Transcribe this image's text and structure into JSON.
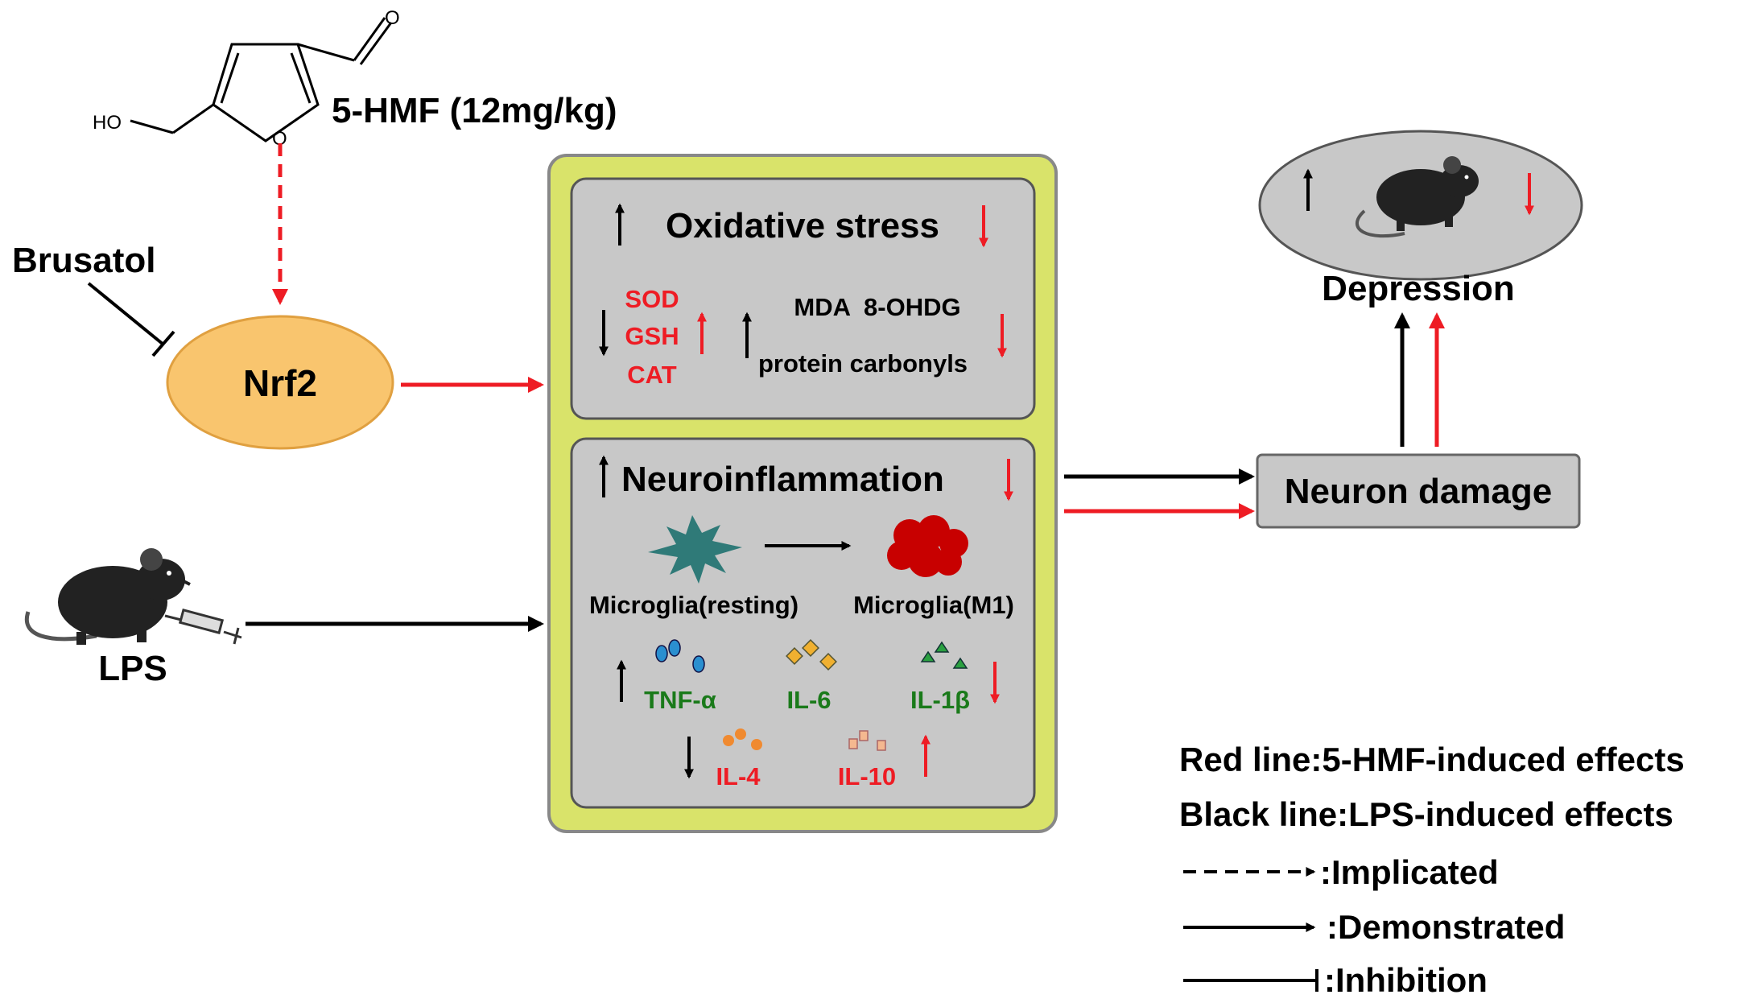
{
  "compound": {
    "name": "5-HMF (12mg/kg)",
    "ho_label": "HO",
    "ring_o_label": "O",
    "carbonyl_o_label": "O"
  },
  "inhibitor": "Brusatol",
  "nrf2": "Nrf2",
  "lps": "LPS",
  "oxidative": {
    "title": "Oxidative stress",
    "down_list": [
      "SOD",
      "GSH",
      "CAT"
    ],
    "up_line1": "MDA  8-OHDG",
    "up_line2": "protein carbonyls"
  },
  "neuroinflammation": {
    "title": "Neuroinflammation",
    "microglia_resting": "Microglia(resting)",
    "microglia_m1": "Microglia(M1)",
    "cytokines_up": [
      "TNF-α",
      "IL-6",
      "IL-1β"
    ],
    "cytokines_down": [
      "IL-4",
      "IL-10"
    ]
  },
  "neuron_damage": "Neuron damage",
  "depression": "Depression",
  "legend": {
    "red_line": "Red line:5-HMF-induced effects",
    "black_line": "Black line:LPS-induced effects",
    "implicated": ":Implicated",
    "demonstrated": ":Demonstrated",
    "inhibition": ":Inhibition"
  },
  "colors": {
    "red": "#ee1c24",
    "black": "#000000",
    "green_text": "#1a7a1a",
    "panel_outer": "#d9e36a",
    "panel_inner": "#c8c8c8",
    "nrf2_fill": "#f9c56e",
    "nrf2_stroke": "#e0a040",
    "microglia_resting": "#2f7a78",
    "microglia_m1": "#c80000"
  }
}
